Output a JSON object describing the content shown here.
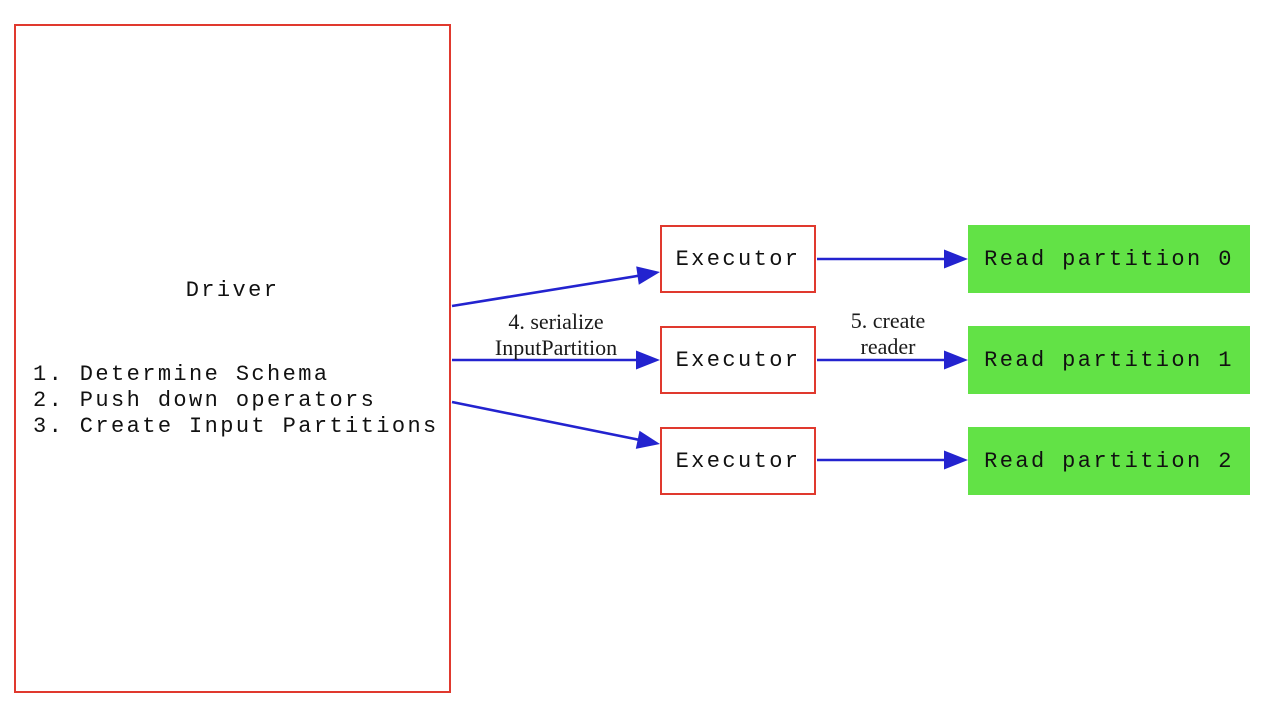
{
  "diagram": {
    "driver": {
      "title": "Driver",
      "steps": {
        "line1": "1. Determine Schema",
        "line2": "2. Push down operators",
        "line3": "3. Create Input Partitions"
      }
    },
    "executors": [
      {
        "label": "Executor"
      },
      {
        "label": "Executor"
      },
      {
        "label": "Executor"
      }
    ],
    "partitions": [
      {
        "label": "Read partition 0"
      },
      {
        "label": "Read partition 1"
      },
      {
        "label": "Read partition 2"
      }
    ],
    "edge_labels": {
      "serialize_line1": "4. serialize",
      "serialize_line2": "InputPartition",
      "reader_line1": "5. create",
      "reader_line2": "reader"
    }
  },
  "colors": {
    "box-red": "#e0392e",
    "arrow-blue": "#2323cf",
    "partition-green": "#62e246"
  }
}
